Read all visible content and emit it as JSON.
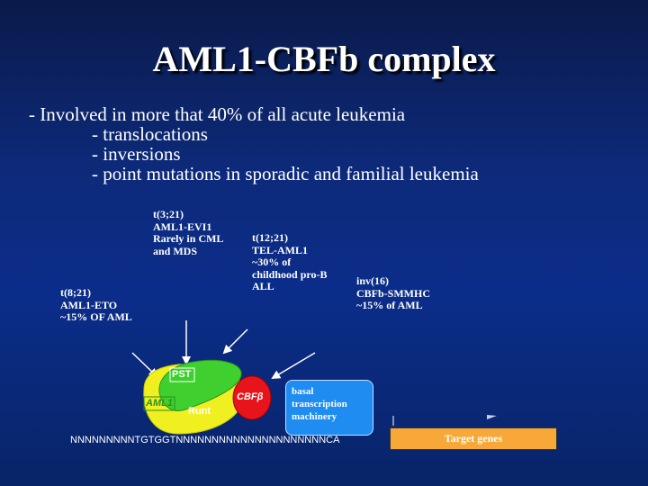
{
  "title": "AML1-CBFb complex",
  "bullets": {
    "main": "- Involved in more that 40% of all acute leukemia",
    "sub": [
      "- translocations",
      "- inversions",
      "- point mutations in sporadic and familial leukemia"
    ]
  },
  "annotations": {
    "t8_21": [
      "t(8;21)",
      "AML1-ETO",
      "~15% OF AML"
    ],
    "t3_21": [
      "t(3;21)",
      "AML1-EVI1",
      "Rarely in CML",
      "and MDS"
    ],
    "t12_21": [
      "t(12;21)",
      "TEL-AML1",
      "~30% of",
      "childhood pro-B",
      "ALL"
    ],
    "inv16": [
      "inv(16)",
      "CBFb-SMMHC",
      "~15% of AML"
    ]
  },
  "diagram": {
    "pst_label": "PST",
    "aml1_label": "AML1",
    "runt_label": "Runt",
    "cbfb_label": "CBFβ",
    "basal_lines": [
      "basal",
      "transcription",
      "machinery"
    ],
    "dna_sequence": "NNNNNNNNNTGTGGTNNNNNNNNNNNNNNNNNNNNNCA",
    "target_label": "Target genes"
  },
  "colors": {
    "pst_green": "#3fcf2f",
    "runt_yellow": "#f0f020",
    "cbfb_red": "#e8141c",
    "basal_blue": "#1e8cf0",
    "target_orange": "#f8a838"
  }
}
